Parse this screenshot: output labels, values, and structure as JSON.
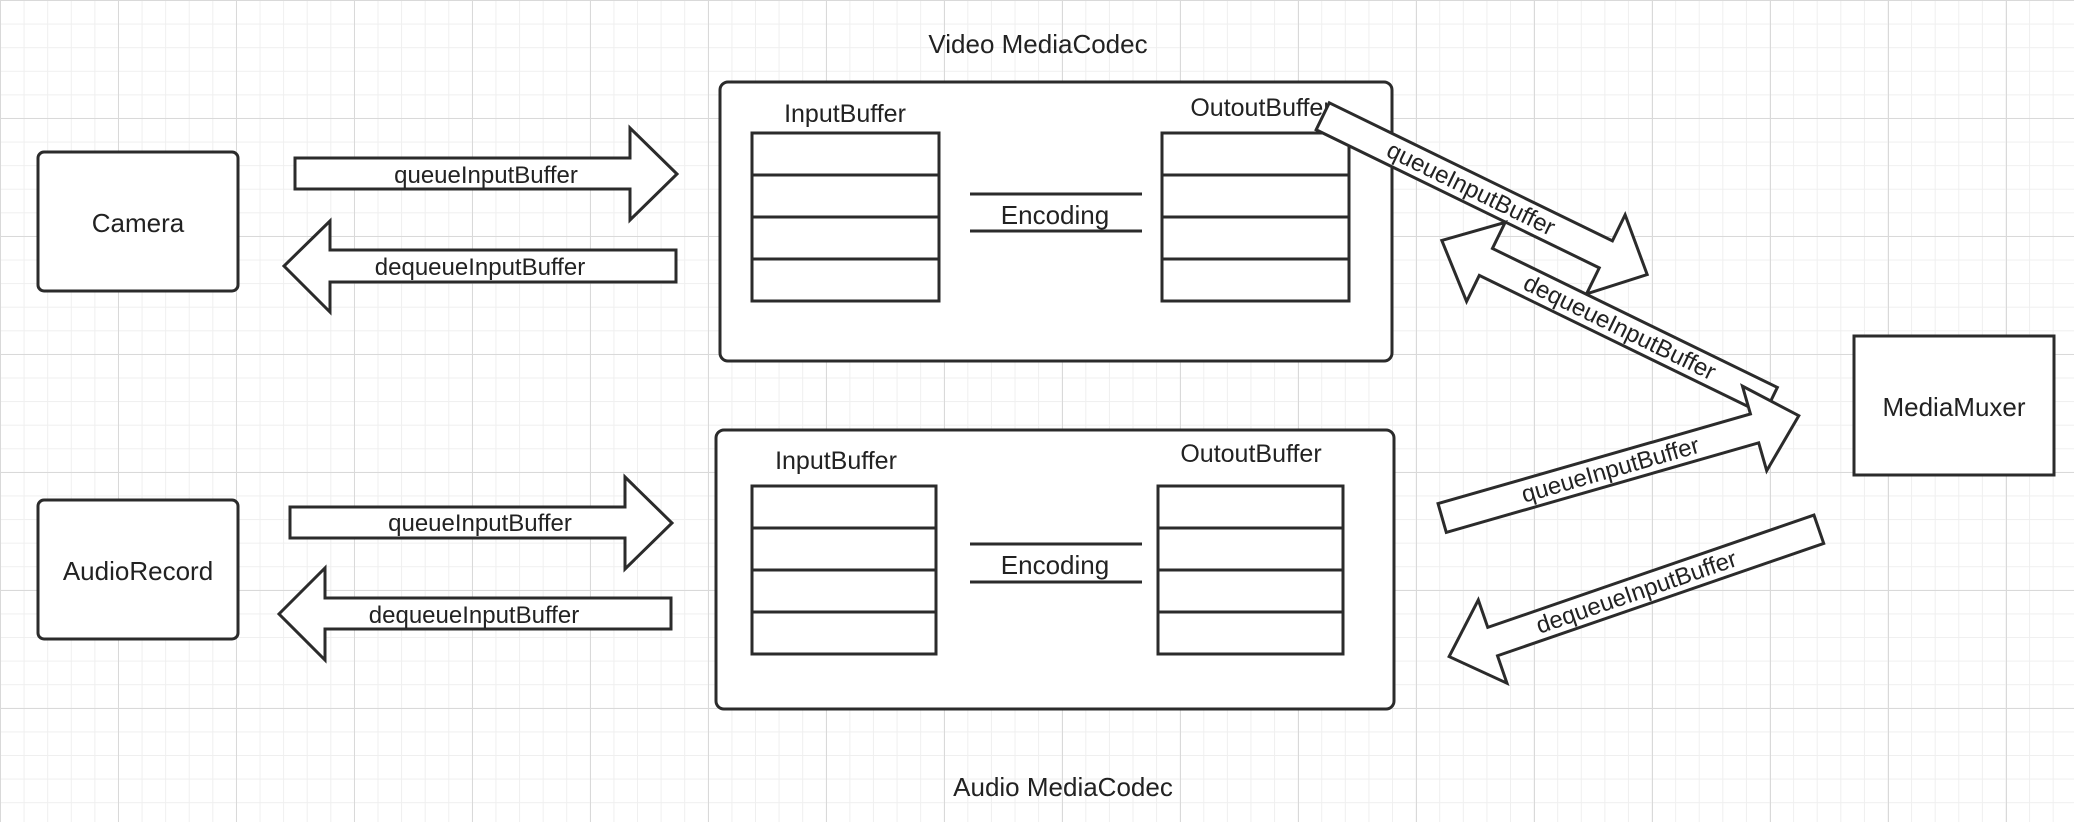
{
  "title_top": "Video MediaCodec",
  "title_bottom": "Audio MediaCodec",
  "nodes": {
    "camera": "Camera",
    "audiorecord": "AudioRecord",
    "mediamuxer": "MediaMuxer"
  },
  "codec": {
    "input": "InputBuffer",
    "output": "OutoutBuffer",
    "process": "Encoding"
  },
  "arrows": {
    "queue": "queueInputBuffer",
    "dequeue": "dequeueInputBuffer"
  }
}
